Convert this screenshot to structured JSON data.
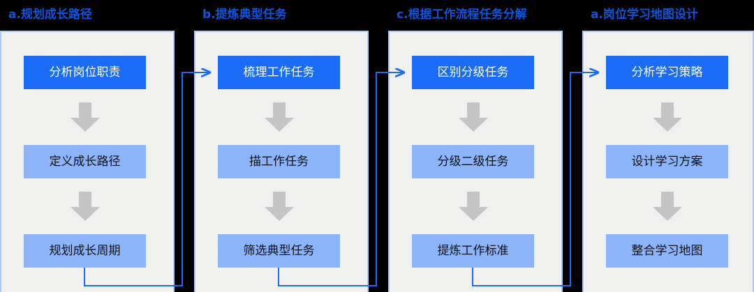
{
  "diagram": {
    "title_color": "#0a56e0",
    "node_primary_color": "#1a6bf5",
    "node_secondary_color": "#8cb4fb",
    "arrow_color": "#c0c0c0",
    "connector_color": "#1a6bf5",
    "panel_background": "#f0f0ef",
    "panel_border_color": "#a9c9ff",
    "page_background": "#000000",
    "columns": [
      {
        "id": "col-a-growth-path",
        "title": "a.规划成长路径",
        "nodes": [
          {
            "label": "分析岗位职责",
            "style": "primary"
          },
          {
            "label": "定义成长路径",
            "style": "secondary"
          },
          {
            "label": "规划成长周期",
            "style": "secondary"
          }
        ]
      },
      {
        "id": "col-b-typical-tasks",
        "title": "b.提炼典型任务",
        "nodes": [
          {
            "label": "梳理工作任务",
            "style": "primary"
          },
          {
            "label": "描工作任务",
            "style": "secondary"
          },
          {
            "label": "筛选典型任务",
            "style": "secondary"
          }
        ]
      },
      {
        "id": "col-c-task-decomposition",
        "title": "c.根据工作流程任务分解",
        "nodes": [
          {
            "label": "区别分级任务",
            "style": "primary"
          },
          {
            "label": "分级二级任务",
            "style": "secondary"
          },
          {
            "label": "提炼工作标准",
            "style": "secondary"
          }
        ]
      },
      {
        "id": "col-d-learning-map",
        "title": "a.岗位学习地图设计",
        "nodes": [
          {
            "label": "分析学习策略",
            "style": "primary"
          },
          {
            "label": "设计学习方案",
            "style": "secondary"
          },
          {
            "label": "整合学习地图",
            "style": "secondary"
          }
        ]
      }
    ]
  }
}
